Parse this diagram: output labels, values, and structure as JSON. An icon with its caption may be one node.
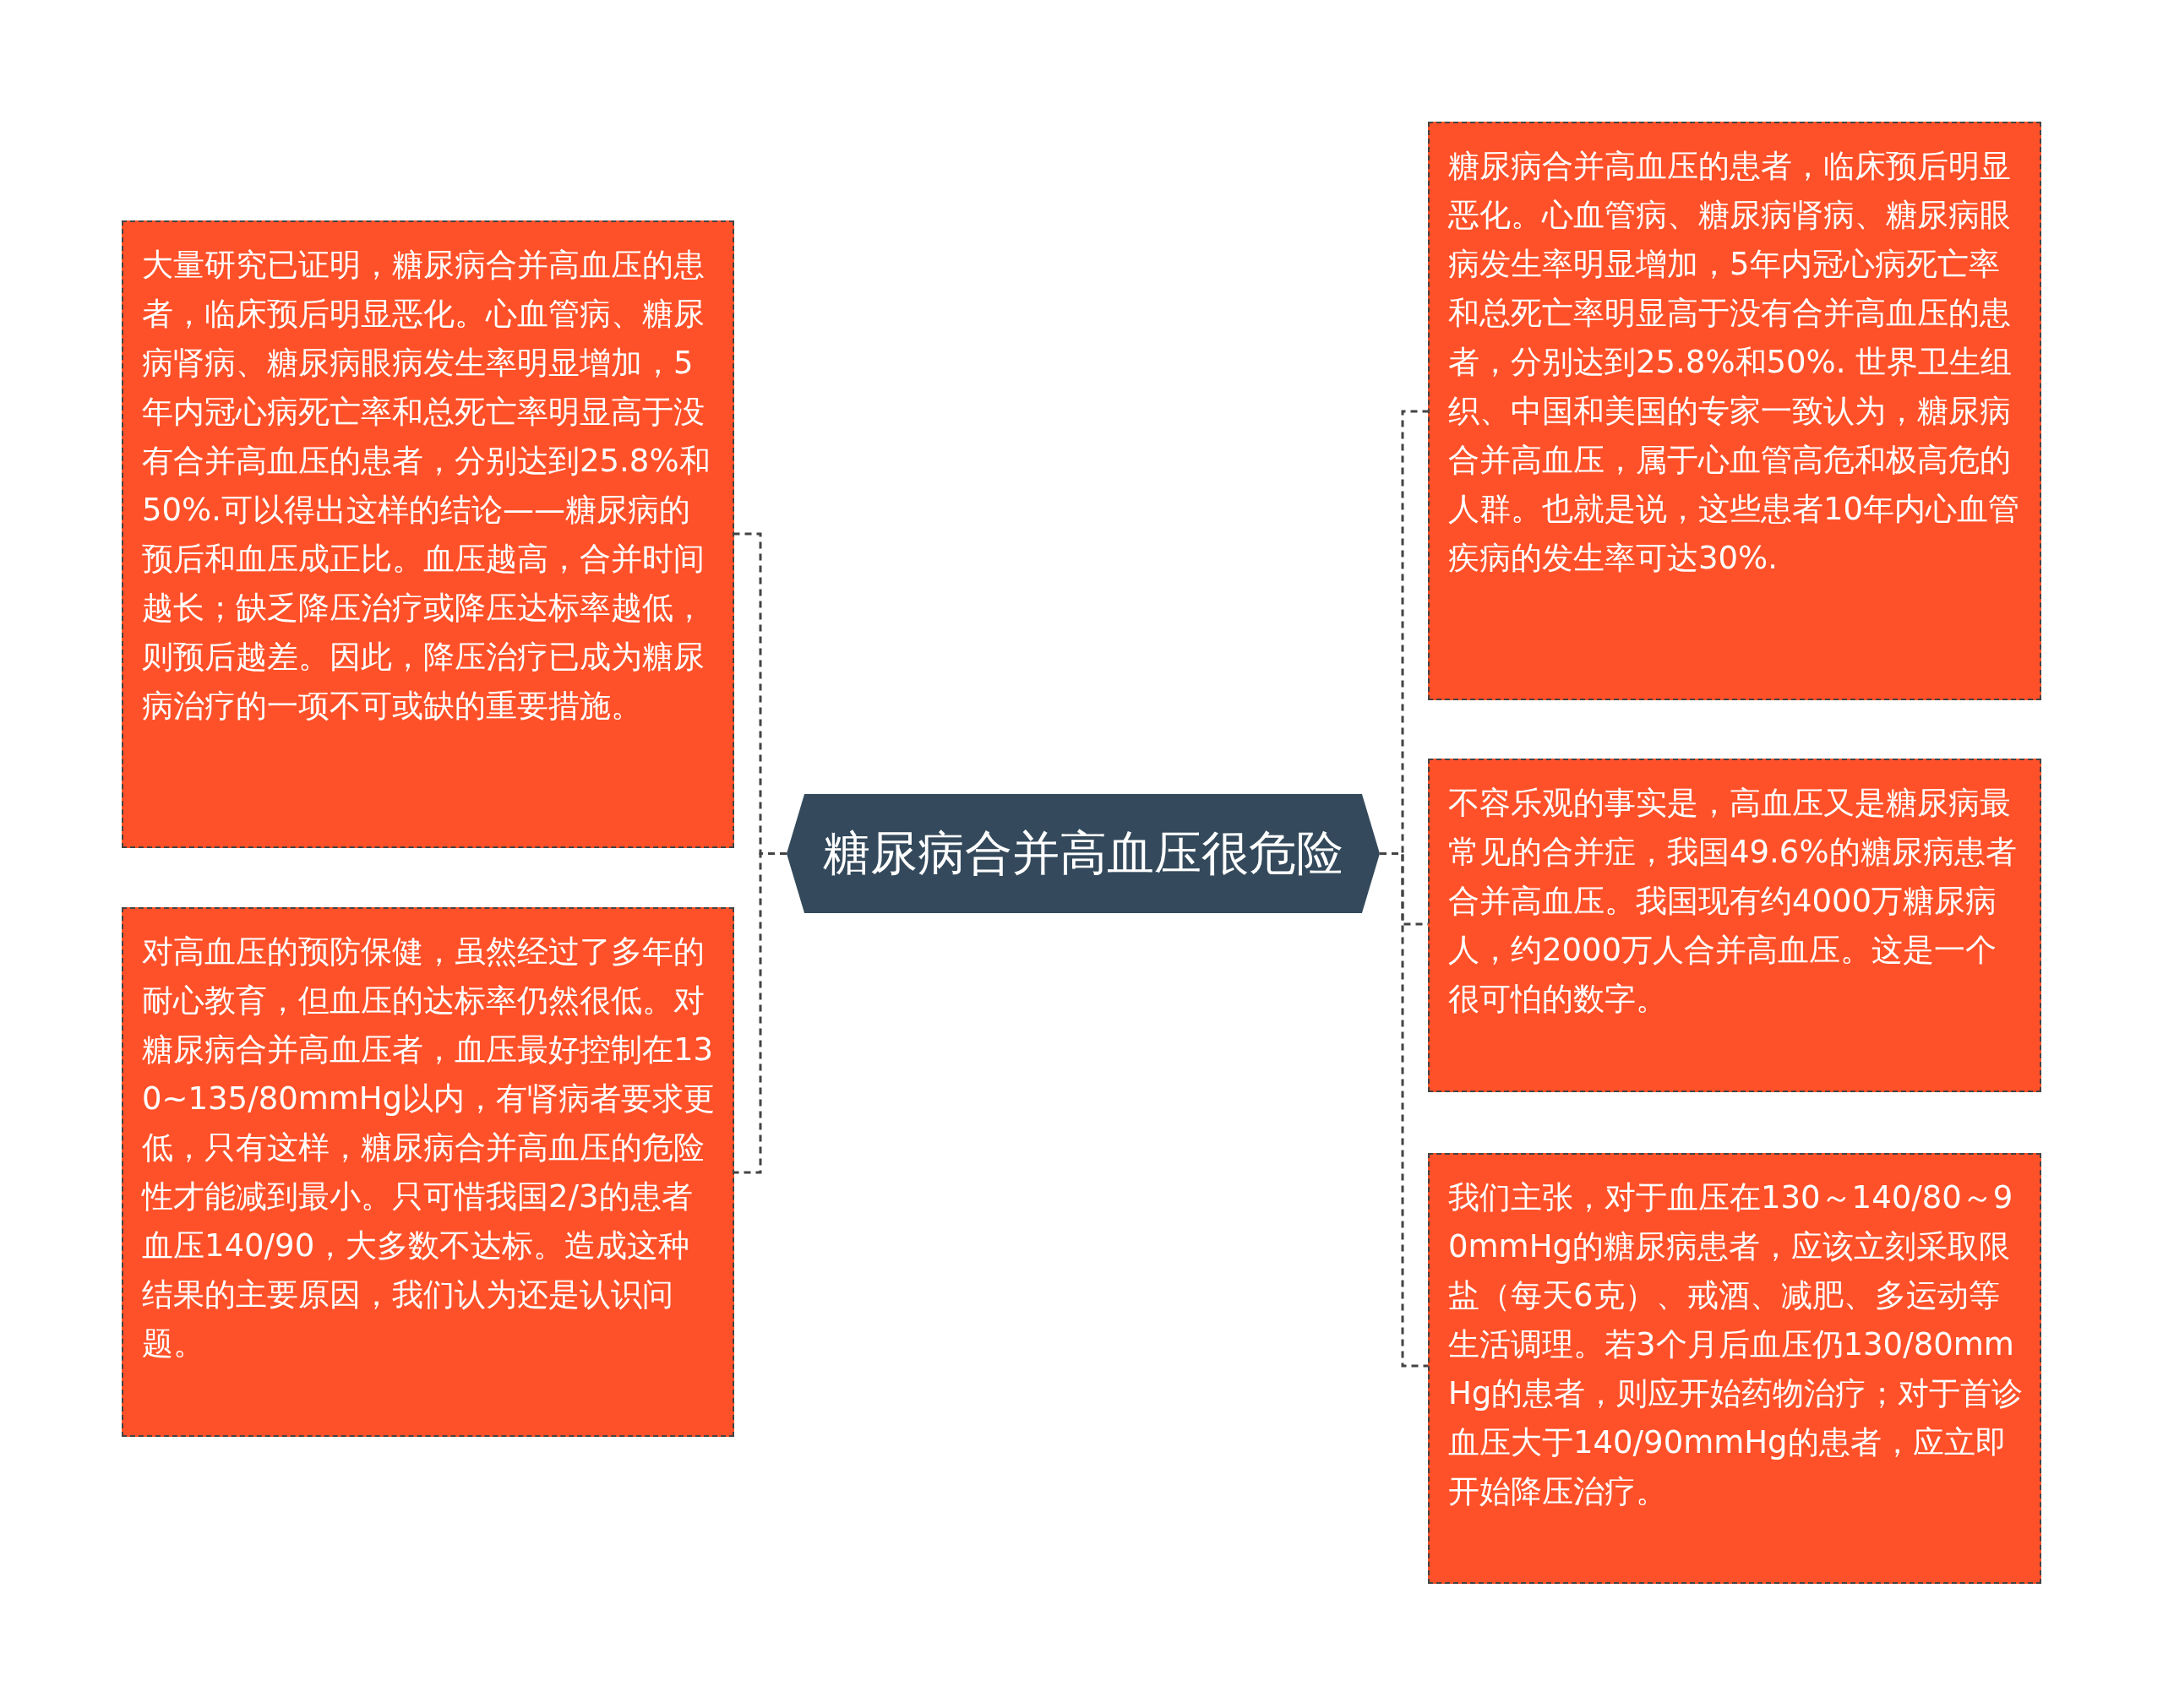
{
  "diagram": {
    "nodes": [
      {
        "text": [
          "糖尿病合并高血压很危险"
        ]
      },
      {
        "text": [
          "大量研究已证明，糖尿病合并高血压的患者，临床预后明显恶化。心血管病、糖尿病肾病、糖尿病眼病发生率明显增加，5年内冠心病死亡率和总死亡率明显高于没有合并高血压的患者，分别达到25.8%和50%.可以得出这样的结论——糖尿病的预后和血压成正比。血压越高，合并时间越长；缺乏降压治疗或降压达标率越低，则预后越差。因此，降压治疗已成为糖尿病治疗的一项不可或缺的重要措施。"
        ]
      },
      {
        "text": [
          "对高血压的预防保健，虽然经过了多年的耐心教育，但血压的达标率仍然很低。对糖尿病合并高血压者，血压最好控制在130~135/80mmHg以内，有肾病者要求更低，只有这样，糖尿病合并高血压的危险性才能减到最小。只可惜我国2/3的患者血压140/90，大多数不达标。造成这种结果的主要原因，我们认为还是认识问题。"
        ]
      },
      {
        "text": [
          "糖尿病合并高血压的患者，临床预后明显恶化。心血管病、糖尿病肾病、糖尿病眼病发生率明显增加，5年内冠心病死亡率和总死亡率明显高于没有合并高血压的患者，分别达到25.8%和50%. 世界卫生组织、中国和美国的专家一致认为，糖尿病合并高血压，属于心血管高危和极高危的人群。也就是说，这些患者10年内心血管疾病的发生率可达30%."
        ]
      },
      {
        "text": [
          "不容乐观的事实是，高血压又是糖尿病最常见的合并症，我国49.6%的糖尿病患者合并高血压。我国现有约4000万糖尿病人，约2000万人合并高血压。这是一个很可怕的数字。"
        ]
      },
      {
        "text": [
          "我们主张，对于血压在130～140/80～90mmHg的糖尿病患者，应该立刻采取限盐（每天6克）、戒酒、减肥、多运动等生活调理。若3个月后血压仍130/80mmHg的患者，则应开始药物治疗；对于首诊血压大于140/90mmHg的患者，应立即开始降压治疗。"
        ]
      }
    ],
    "edges": [
      {
        "from": 0,
        "to": 1,
        "arrow": "none",
        "style": "dashed"
      },
      {
        "from": 0,
        "to": 2,
        "arrow": "none",
        "style": "dashed"
      },
      {
        "from": 0,
        "to": 3,
        "arrow": "none",
        "style": "dashed"
      },
      {
        "from": 0,
        "to": 4,
        "arrow": "none",
        "style": "dashed"
      },
      {
        "from": 0,
        "to": 5,
        "arrow": "none",
        "style": "dashed"
      }
    ]
  }
}
